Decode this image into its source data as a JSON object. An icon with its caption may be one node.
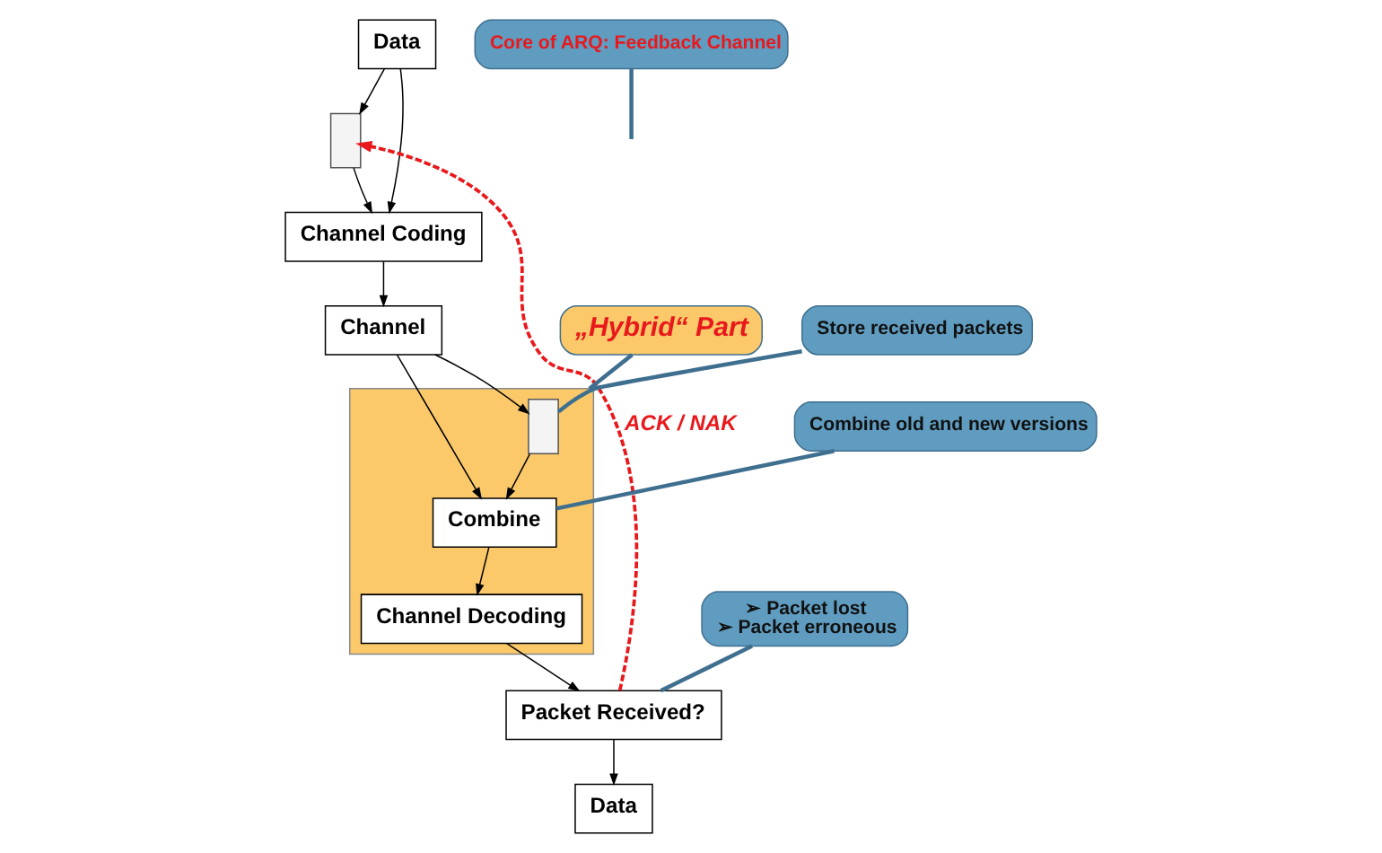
{
  "diagram": {
    "nodes": [
      {
        "text": [
          "Data"
        ]
      },
      {
        "text": [],
        "shape": "box"
      },
      {
        "text": [
          "Channel Coding"
        ]
      },
      {
        "text": [
          "Channel"
        ]
      },
      {
        "text": [],
        "shape": "box"
      },
      {
        "text": [],
        "shape": "box",
        "in": 4
      },
      {
        "text": [
          "Combine"
        ],
        "in": 4
      },
      {
        "text": [
          "Channel Decoding"
        ],
        "in": 4
      },
      {
        "text": [
          "Packet Received?"
        ]
      },
      {
        "text": [
          "Data"
        ]
      },
      {
        "text": [
          "Core of ARQ: Feedback Channel"
        ]
      },
      {
        "text": [
          "➢ Packet lost",
          "➢ Packet erroneous"
        ]
      },
      {
        "text": [
          "„Hybrid“ Part"
        ]
      },
      {
        "text": [
          "Store received packets"
        ]
      },
      {
        "text": [
          "Combine old and new versions"
        ]
      }
    ],
    "edges": [
      {
        "from": 0,
        "to": 2,
        "arrow": "to"
      },
      {
        "from": 0,
        "to": 1,
        "arrow": "to"
      },
      {
        "from": 1,
        "to": 2,
        "arrow": "to"
      },
      {
        "from": 2,
        "to": 3,
        "arrow": "to"
      },
      {
        "from": 3,
        "to": 5,
        "arrow": "to"
      },
      {
        "from": 3,
        "to": 6,
        "arrow": "to"
      },
      {
        "from": 5,
        "to": 6,
        "arrow": "to"
      },
      {
        "from": 6,
        "to": 7,
        "arrow": "to"
      },
      {
        "from": 7,
        "to": 8,
        "arrow": "to"
      },
      {
        "from": 8,
        "to": 9,
        "arrow": "to"
      },
      {
        "from": 8,
        "to": 1,
        "arrow": "to",
        "label": "ACK / NAK",
        "style": "dashed",
        "color": "#e8191c"
      },
      {
        "from": 10,
        "to": null,
        "arrow": "none",
        "color": "#3f6f8f",
        "style": "thick"
      },
      {
        "from": 11,
        "to": 8,
        "arrow": "none",
        "color": "#3f6f8f",
        "style": "thick"
      },
      {
        "from": 12,
        "to": 4,
        "arrow": "none",
        "color": "#3f6f8f",
        "style": "thick"
      },
      {
        "from": 13,
        "to": 5,
        "arrow": "none",
        "color": "#3f6f8f",
        "style": "thick"
      },
      {
        "from": 14,
        "to": 6,
        "arrow": "none",
        "color": "#3f6f8f",
        "style": "thick"
      }
    ]
  }
}
